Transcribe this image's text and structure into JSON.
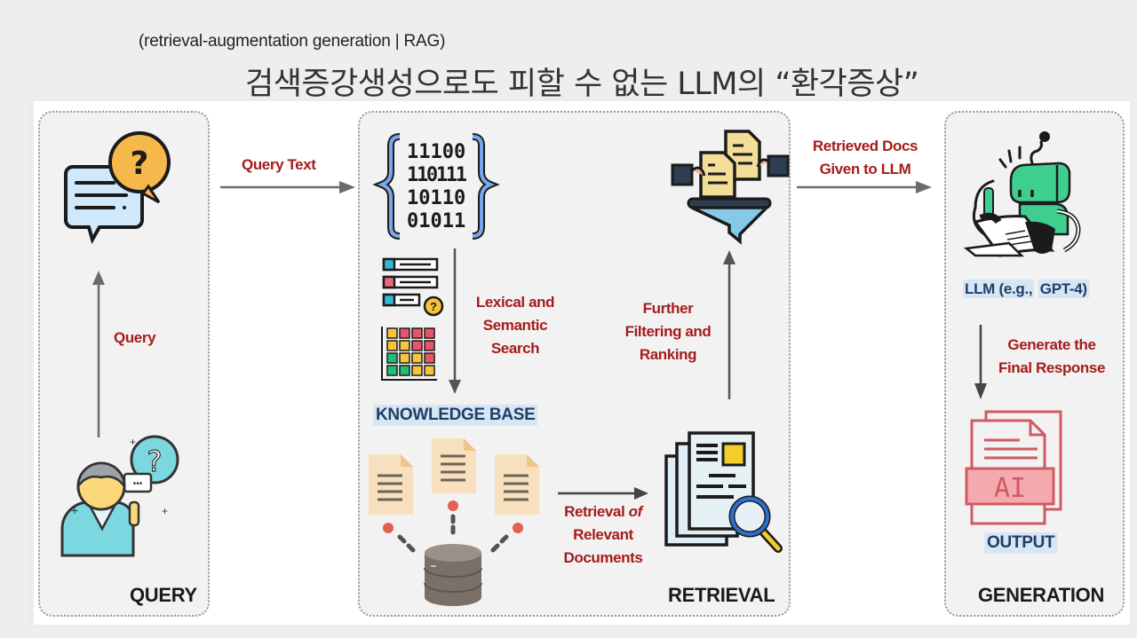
{
  "header": {
    "subtitle": "(retrieval-augmentation generation | RAG)",
    "title": "검색증강생성으로도 피할 수 없는 LLM의 “환각증상”"
  },
  "stages": {
    "query": {
      "label": "QUERY",
      "arrow_label": "Query",
      "icons": [
        "chat-question-icon",
        "user-question-icon"
      ]
    },
    "retrieval": {
      "label": "RETRIEVAL",
      "search_label": "Lexical and Semantic Search",
      "search_lines": [
        "Lexical and",
        "Semantic",
        "Search"
      ],
      "knowledge_base_label": "KNOWLEDGE BASE",
      "retrieve_lines": [
        "Retrieval",
        "of",
        "Relevant",
        "Documents"
      ],
      "filter_lines": [
        "Further",
        "Filtering and",
        "Ranking"
      ],
      "binary_rows": [
        "11100",
        "110111",
        "10110",
        "01011"
      ],
      "icons": [
        "binary-code-icon",
        "checklist-icon",
        "matrix-grid-icon",
        "document-icon",
        "database-icon",
        "document-search-icon",
        "filter-funnel-icon"
      ]
    },
    "generation": {
      "label": "GENERATION",
      "llm_label_part1": "LLM (e.g.,",
      "llm_label_part2": "GPT-4)",
      "generate_lines": [
        "Generate the",
        "Final Response"
      ],
      "output_label": "OUTPUT",
      "output_badge": "AI",
      "icons": [
        "robot-reading-icon",
        "ai-document-icon"
      ]
    }
  },
  "connectors": {
    "query_text": "Query Text",
    "docs_to_llm_lines": [
      "Retrieved Docs",
      "Given to LLM"
    ]
  },
  "colors": {
    "accent_red": "#a61b1b",
    "highlight_blue": "#d6e6f5",
    "highlight_text": "#1e3f66",
    "robot_green": "#3ecf8e",
    "output_red": "#d05a63"
  }
}
